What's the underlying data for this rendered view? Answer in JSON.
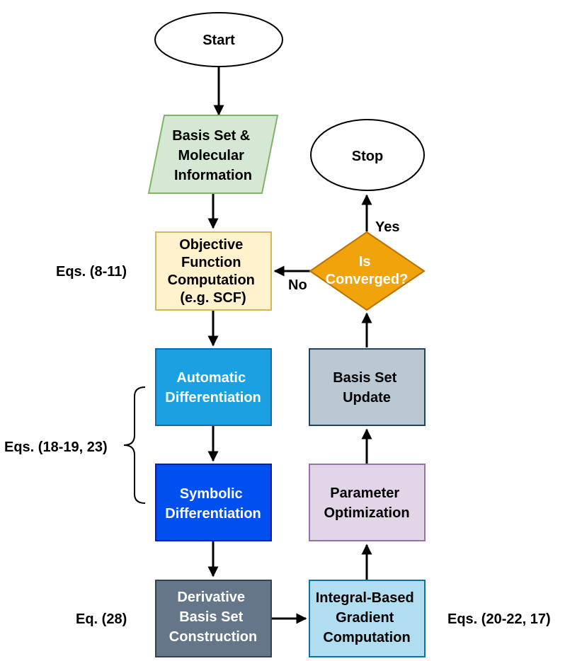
{
  "nodes": {
    "start": {
      "lines": [
        "Start"
      ]
    },
    "input": {
      "lines": [
        "Basis Set &",
        "Molecular",
        "Information"
      ]
    },
    "objective": {
      "lines": [
        "Objective",
        "Function",
        "Computation",
        "(e.g. SCF)"
      ]
    },
    "autodiff": {
      "lines": [
        "Automatic",
        "Differentiation"
      ]
    },
    "symdiff": {
      "lines": [
        "Symbolic",
        "Differentiation"
      ]
    },
    "derivative": {
      "lines": [
        "Derivative",
        "Basis Set",
        "Construction"
      ]
    },
    "gradient": {
      "lines": [
        "Integral-Based",
        "Gradient",
        "Computation"
      ]
    },
    "optimization": {
      "lines": [
        "Parameter",
        "Optimization"
      ]
    },
    "update": {
      "lines": [
        "Basis Set",
        "Update"
      ]
    },
    "decision": {
      "lines": [
        "Is",
        "Converged?"
      ]
    },
    "stop": {
      "lines": [
        "Stop"
      ]
    }
  },
  "edge_labels": {
    "yes": "Yes",
    "no": "No"
  },
  "annotations": {
    "objective_eqs": "Eqs. (8-11)",
    "diff_eqs": "Eqs. (18-19, 23)",
    "derivative_eqs": "Eq. (28)",
    "gradient_eqs": "Eqs. (20-22, 17)"
  },
  "colors": {
    "input_fill": "#d5e8d4",
    "input_stroke": "#82b366",
    "objective_fill": "#fff2cc",
    "objective_stroke": "#d6b656",
    "autodiff_fill": "#1ba1e2",
    "autodiff_stroke": "#006eaf",
    "symdiff_fill": "#0050ef",
    "symdiff_stroke": "#001dbc",
    "derivative_fill": "#647687",
    "derivative_stroke": "#314354",
    "gradient_fill": "#b1ddf0",
    "gradient_stroke": "#10739e",
    "optimization_fill": "#e1d5e7",
    "optimization_stroke": "#9673a6",
    "update_fill": "#bac8d3",
    "update_stroke": "#23445d",
    "decision_fill": "#f0a30a",
    "decision_stroke": "#bd7000",
    "light_text": "#ffffff",
    "dark_text": "#000000"
  }
}
